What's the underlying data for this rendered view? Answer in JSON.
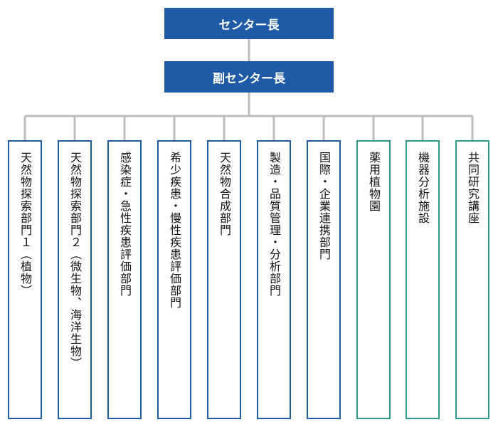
{
  "director": {
    "label": "センター長"
  },
  "vice_director": {
    "label": "副センター長"
  },
  "departments": [
    {
      "label": "天然物探索部門１（植物）",
      "color": "#1f5aa6"
    },
    {
      "label": "天然物探索部門２（微生物、海洋生物）",
      "color": "#1f5aa6"
    },
    {
      "label": "感染症・急性疾患評価部門",
      "color": "#1f5aa6"
    },
    {
      "label": "希少疾患・慢性疾患評価部門",
      "color": "#1f5aa6"
    },
    {
      "label": "天然物合成部門",
      "color": "#1f5aa6"
    },
    {
      "label": "製造・品質管理・分析部門",
      "color": "#1f5aa6"
    },
    {
      "label": "国際・企業連携部門",
      "color": "#1f5aa6"
    },
    {
      "label": "薬用植物園",
      "color": "#2d9a8b"
    },
    {
      "label": "機器分析施設",
      "color": "#2d9a8b"
    },
    {
      "label": "共同研究講座",
      "color": "#2d9a8b"
    }
  ],
  "colors": {
    "box_fill": "#1f5aa6",
    "connector": "#bdbdbd",
    "research_border": "#1f5aa6",
    "facility_border": "#2d9a8b"
  }
}
